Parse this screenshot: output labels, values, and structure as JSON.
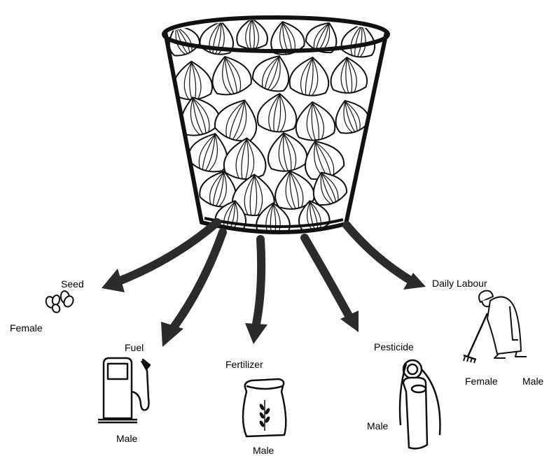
{
  "basket": {
    "icon": "onion-basket-icon"
  },
  "branches": [
    {
      "id": "seed",
      "label": "Seed",
      "icon": "seeds-icon",
      "gender": "Female"
    },
    {
      "id": "fuel",
      "label": "Fuel",
      "icon": "fuel-pump-icon",
      "gender": "Male"
    },
    {
      "id": "fertilizer",
      "label": "Fertilizer",
      "icon": "fertilizer-sack-icon",
      "gender": "Male"
    },
    {
      "id": "pesticide",
      "label": "Pesticide",
      "icon": "sprayer-icon",
      "gender": "Male"
    },
    {
      "id": "labour",
      "label": "Daily Labour",
      "icon": "farm-worker-icon",
      "gender_female": "Female",
      "gender_male": "Male"
    }
  ],
  "colors": {
    "ink": "#111111",
    "arrow": "#2b2b2b",
    "background": "#ffffff"
  }
}
